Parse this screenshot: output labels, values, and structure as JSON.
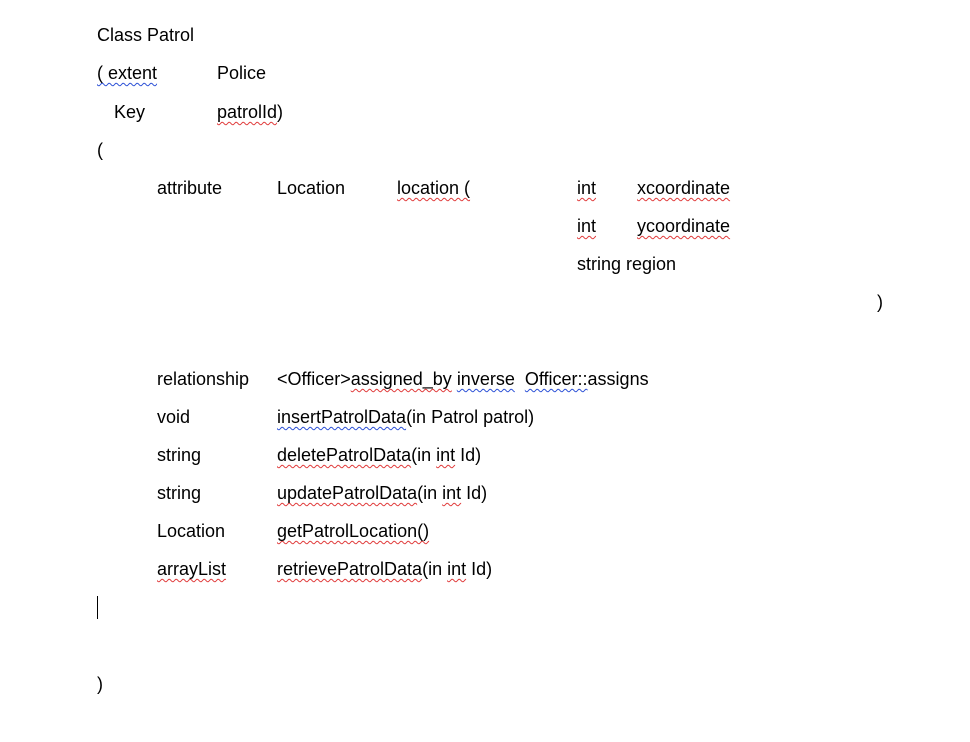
{
  "document": {
    "line1": "Class Patrol",
    "line2_a": "( extent",
    "line2_b": "Police",
    "line3_a": "Key",
    "line3_b": "patrolId",
    "line3_c": ")",
    "line4": "(",
    "attr_keyword": "attribute",
    "attr_type": "Location",
    "attr_name": "location (",
    "field1_type": "int",
    "field1_name": "xcoordinate",
    "field2_type": "int",
    "field2_name": "ycoordinate",
    "field3": "string region",
    "attr_close": ")",
    "rel_keyword": "relationship",
    "rel_type": "<Officer>",
    "rel_name": "assigned_by",
    "rel_inverse": "inverse",
    "rel_target": "Officer::",
    "rel_target_end": "assigns",
    "op1_type": "void",
    "op1_name": "insertPatrolData",
    "op1_args": "(in Patrol patrol)",
    "op2_type": "string",
    "op2_name": "deletePatrolData",
    "op2_args_a": "(in ",
    "op2_args_b": "int",
    "op2_args_c": " Id)",
    "op3_type": "string",
    "op3_name": "updatePatrolData",
    "op3_args_a": "(in ",
    "op3_args_b": "int",
    "op3_args_c": " Id)",
    "op4_type": "Location",
    "op4_name": "getPatrolLocation()",
    "op5_type": "arrayList",
    "op5_name": "retrievePatrolData",
    "op5_args_a": "(in ",
    "op5_args_b": "int",
    "op5_args_c": " Id)",
    "closing": ")"
  }
}
